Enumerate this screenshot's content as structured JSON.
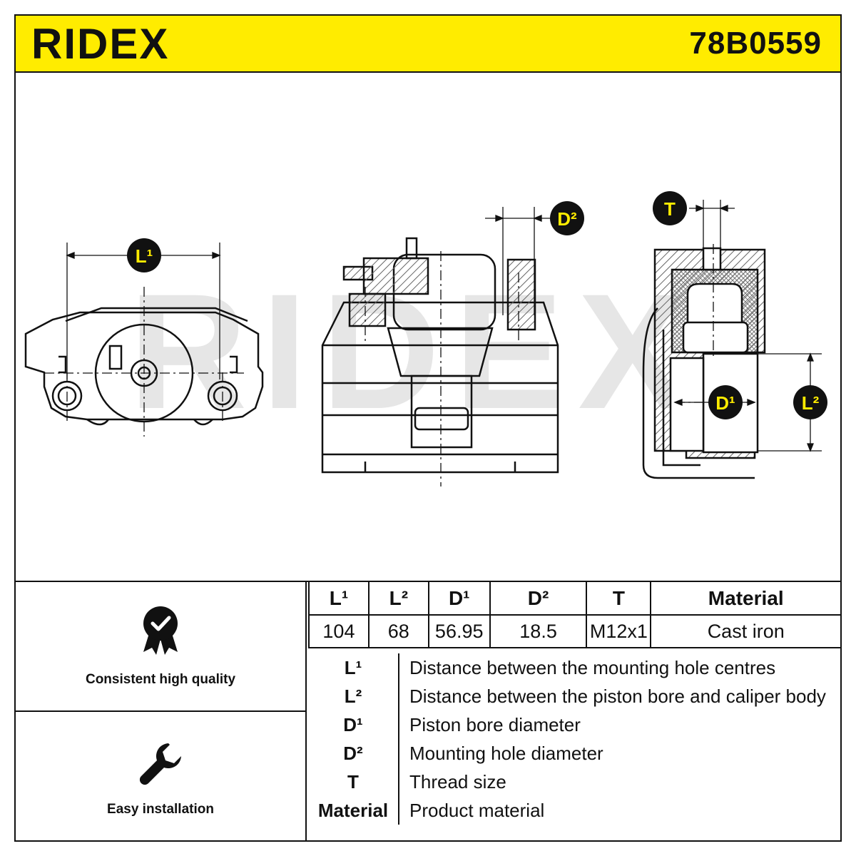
{
  "header": {
    "brand": "RIDEX",
    "part_number": "78B0559"
  },
  "colors": {
    "accent": "#ffec00",
    "ink": "#111111",
    "hatch": "#666666",
    "watermark": "#e6e6e6"
  },
  "drawing": {
    "watermark": "RIDEX",
    "labels": {
      "l1": "L¹",
      "l2": "L²",
      "d1": "D¹",
      "d2": "D²",
      "t": "T"
    }
  },
  "features": [
    {
      "icon": "quality-badge-icon",
      "label": "Consistent high quality"
    },
    {
      "icon": "wrench-icon",
      "label": "Easy installation"
    }
  ],
  "specs": {
    "headers": [
      "L¹",
      "L²",
      "D¹",
      "D²",
      "T",
      "Material"
    ],
    "values": [
      "104",
      "68",
      "56.95",
      "18.5",
      "M12x1",
      "Cast iron"
    ]
  },
  "legend": [
    {
      "abbr": "L¹",
      "desc": "Distance between the mounting hole centres"
    },
    {
      "abbr": "L²",
      "desc": "Distance between the piston bore and caliper body"
    },
    {
      "abbr": "D¹",
      "desc": "Piston bore diameter"
    },
    {
      "abbr": "D²",
      "desc": "Mounting hole diameter"
    },
    {
      "abbr": "T",
      "desc": "Thread size"
    },
    {
      "abbr": "Material",
      "desc": "Product material"
    }
  ]
}
